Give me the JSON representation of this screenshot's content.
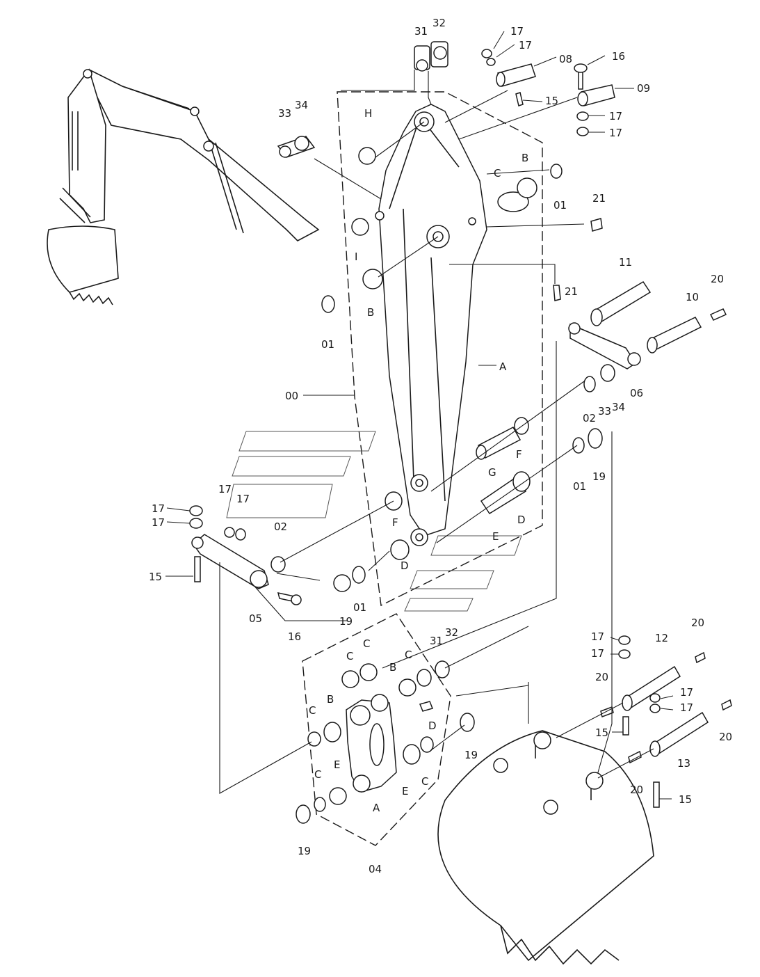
{
  "diagram": {
    "part_numbers": [
      "00",
      "01",
      "02",
      "04",
      "05",
      "06",
      "08",
      "09",
      "10",
      "11",
      "12",
      "13",
      "15",
      "16",
      "17",
      "19",
      "20",
      "21",
      "31",
      "32",
      "33",
      "34"
    ],
    "sub_parts": [
      "A",
      "B",
      "C",
      "D",
      "E",
      "F",
      "G",
      "H",
      "I"
    ]
  },
  "labels": [
    {
      "text": "31"
    },
    {
      "text": "32"
    },
    {
      "text": "17"
    },
    {
      "text": "17"
    },
    {
      "text": "08"
    },
    {
      "text": "16"
    },
    {
      "text": "09"
    },
    {
      "text": "15"
    },
    {
      "text": "33"
    },
    {
      "text": "34"
    },
    {
      "text": "H"
    },
    {
      "text": "17"
    },
    {
      "text": "17"
    },
    {
      "text": "C"
    },
    {
      "text": "B"
    },
    {
      "text": "01"
    },
    {
      "text": "21"
    },
    {
      "text": "I"
    },
    {
      "text": "B"
    },
    {
      "text": "01"
    },
    {
      "text": "21"
    },
    {
      "text": "11"
    },
    {
      "text": "20"
    },
    {
      "text": "10"
    },
    {
      "text": "A"
    },
    {
      "text": "00"
    },
    {
      "text": "06"
    },
    {
      "text": "02"
    },
    {
      "text": "33"
    },
    {
      "text": "34"
    },
    {
      "text": "F"
    },
    {
      "text": "G"
    },
    {
      "text": "19"
    },
    {
      "text": "01"
    },
    {
      "text": "D"
    },
    {
      "text": "E"
    },
    {
      "text": "17"
    },
    {
      "text": "17"
    },
    {
      "text": "17"
    },
    {
      "text": "17"
    },
    {
      "text": "02"
    },
    {
      "text": "F"
    },
    {
      "text": "15"
    },
    {
      "text": "05"
    },
    {
      "text": "16"
    },
    {
      "text": "19"
    },
    {
      "text": "01"
    },
    {
      "text": "D"
    },
    {
      "text": "31"
    },
    {
      "text": "32"
    },
    {
      "text": "C"
    },
    {
      "text": "C"
    },
    {
      "text": "C"
    },
    {
      "text": "B"
    },
    {
      "text": "17"
    },
    {
      "text": "17"
    },
    {
      "text": "12"
    },
    {
      "text": "20"
    },
    {
      "text": "20"
    },
    {
      "text": "17"
    },
    {
      "text": "17"
    },
    {
      "text": "C"
    },
    {
      "text": "B"
    },
    {
      "text": "D"
    },
    {
      "text": "15"
    },
    {
      "text": "20"
    },
    {
      "text": "19"
    },
    {
      "text": "13"
    },
    {
      "text": "C"
    },
    {
      "text": "E"
    },
    {
      "text": "E"
    },
    {
      "text": "C"
    },
    {
      "text": "A"
    },
    {
      "text": "20"
    },
    {
      "text": "15"
    },
    {
      "text": "19"
    },
    {
      "text": "04"
    }
  ]
}
